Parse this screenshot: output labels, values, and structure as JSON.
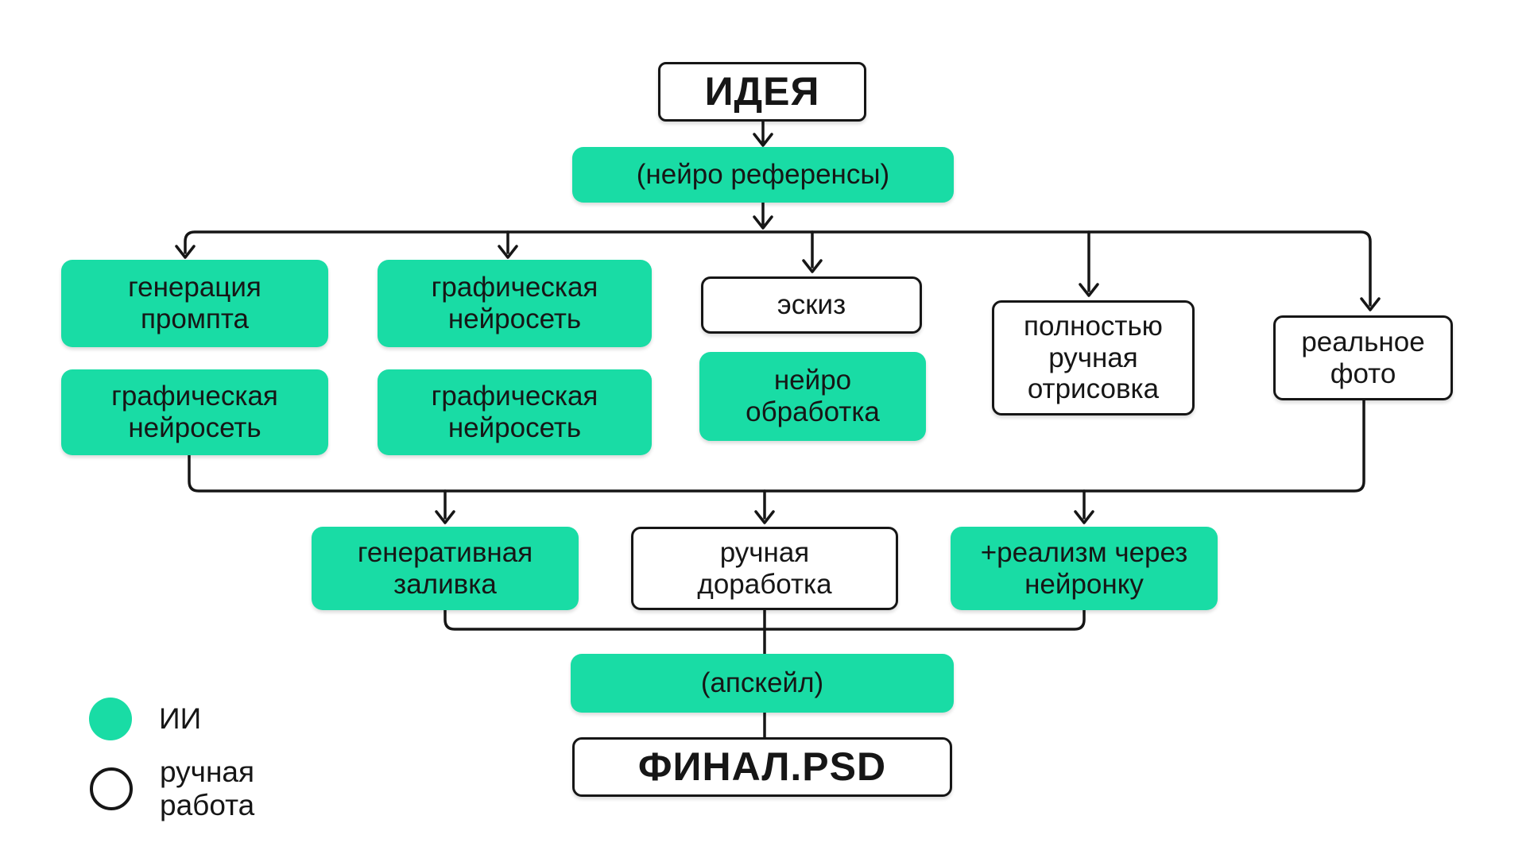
{
  "nodes": {
    "idea": {
      "label": "ИДЕЯ",
      "type": "manual"
    },
    "neuro_refs": {
      "label": "(нейро референсы)",
      "type": "ai"
    },
    "gen_prompt": {
      "label": "генерация\nпромпта",
      "type": "ai"
    },
    "graph_nn_1": {
      "label": "графическая\nнейросеть",
      "type": "ai"
    },
    "graph_nn_2": {
      "label": "графическая\nнейросеть",
      "type": "ai"
    },
    "graph_nn_3": {
      "label": "графическая\nнейросеть",
      "type": "ai"
    },
    "sketch": {
      "label": "эскиз",
      "type": "manual"
    },
    "neuro_processing": {
      "label": "нейро\nобработка",
      "type": "ai"
    },
    "full_manual_drawing": {
      "label": "полностью\nручная\nотрисовка",
      "type": "manual"
    },
    "real_photo": {
      "label": "реальное\nфото",
      "type": "manual"
    },
    "generative_fill": {
      "label": "генеративная\nзаливка",
      "type": "ai"
    },
    "manual_refinement": {
      "label": "ручная\nдоработка",
      "type": "manual"
    },
    "realism_via_nn": {
      "label": "+реализм через\nнейронку",
      "type": "ai"
    },
    "upscale": {
      "label": "(апскейл)",
      "type": "ai"
    },
    "final": {
      "label": "ФИНАЛ.PSD",
      "type": "manual"
    }
  },
  "legend": {
    "ai_label": "ИИ",
    "manual_label": "ручная работа"
  },
  "colors": {
    "ai_green": "#19DCA5",
    "ink": "#161616",
    "background": "#FFFFFF"
  }
}
